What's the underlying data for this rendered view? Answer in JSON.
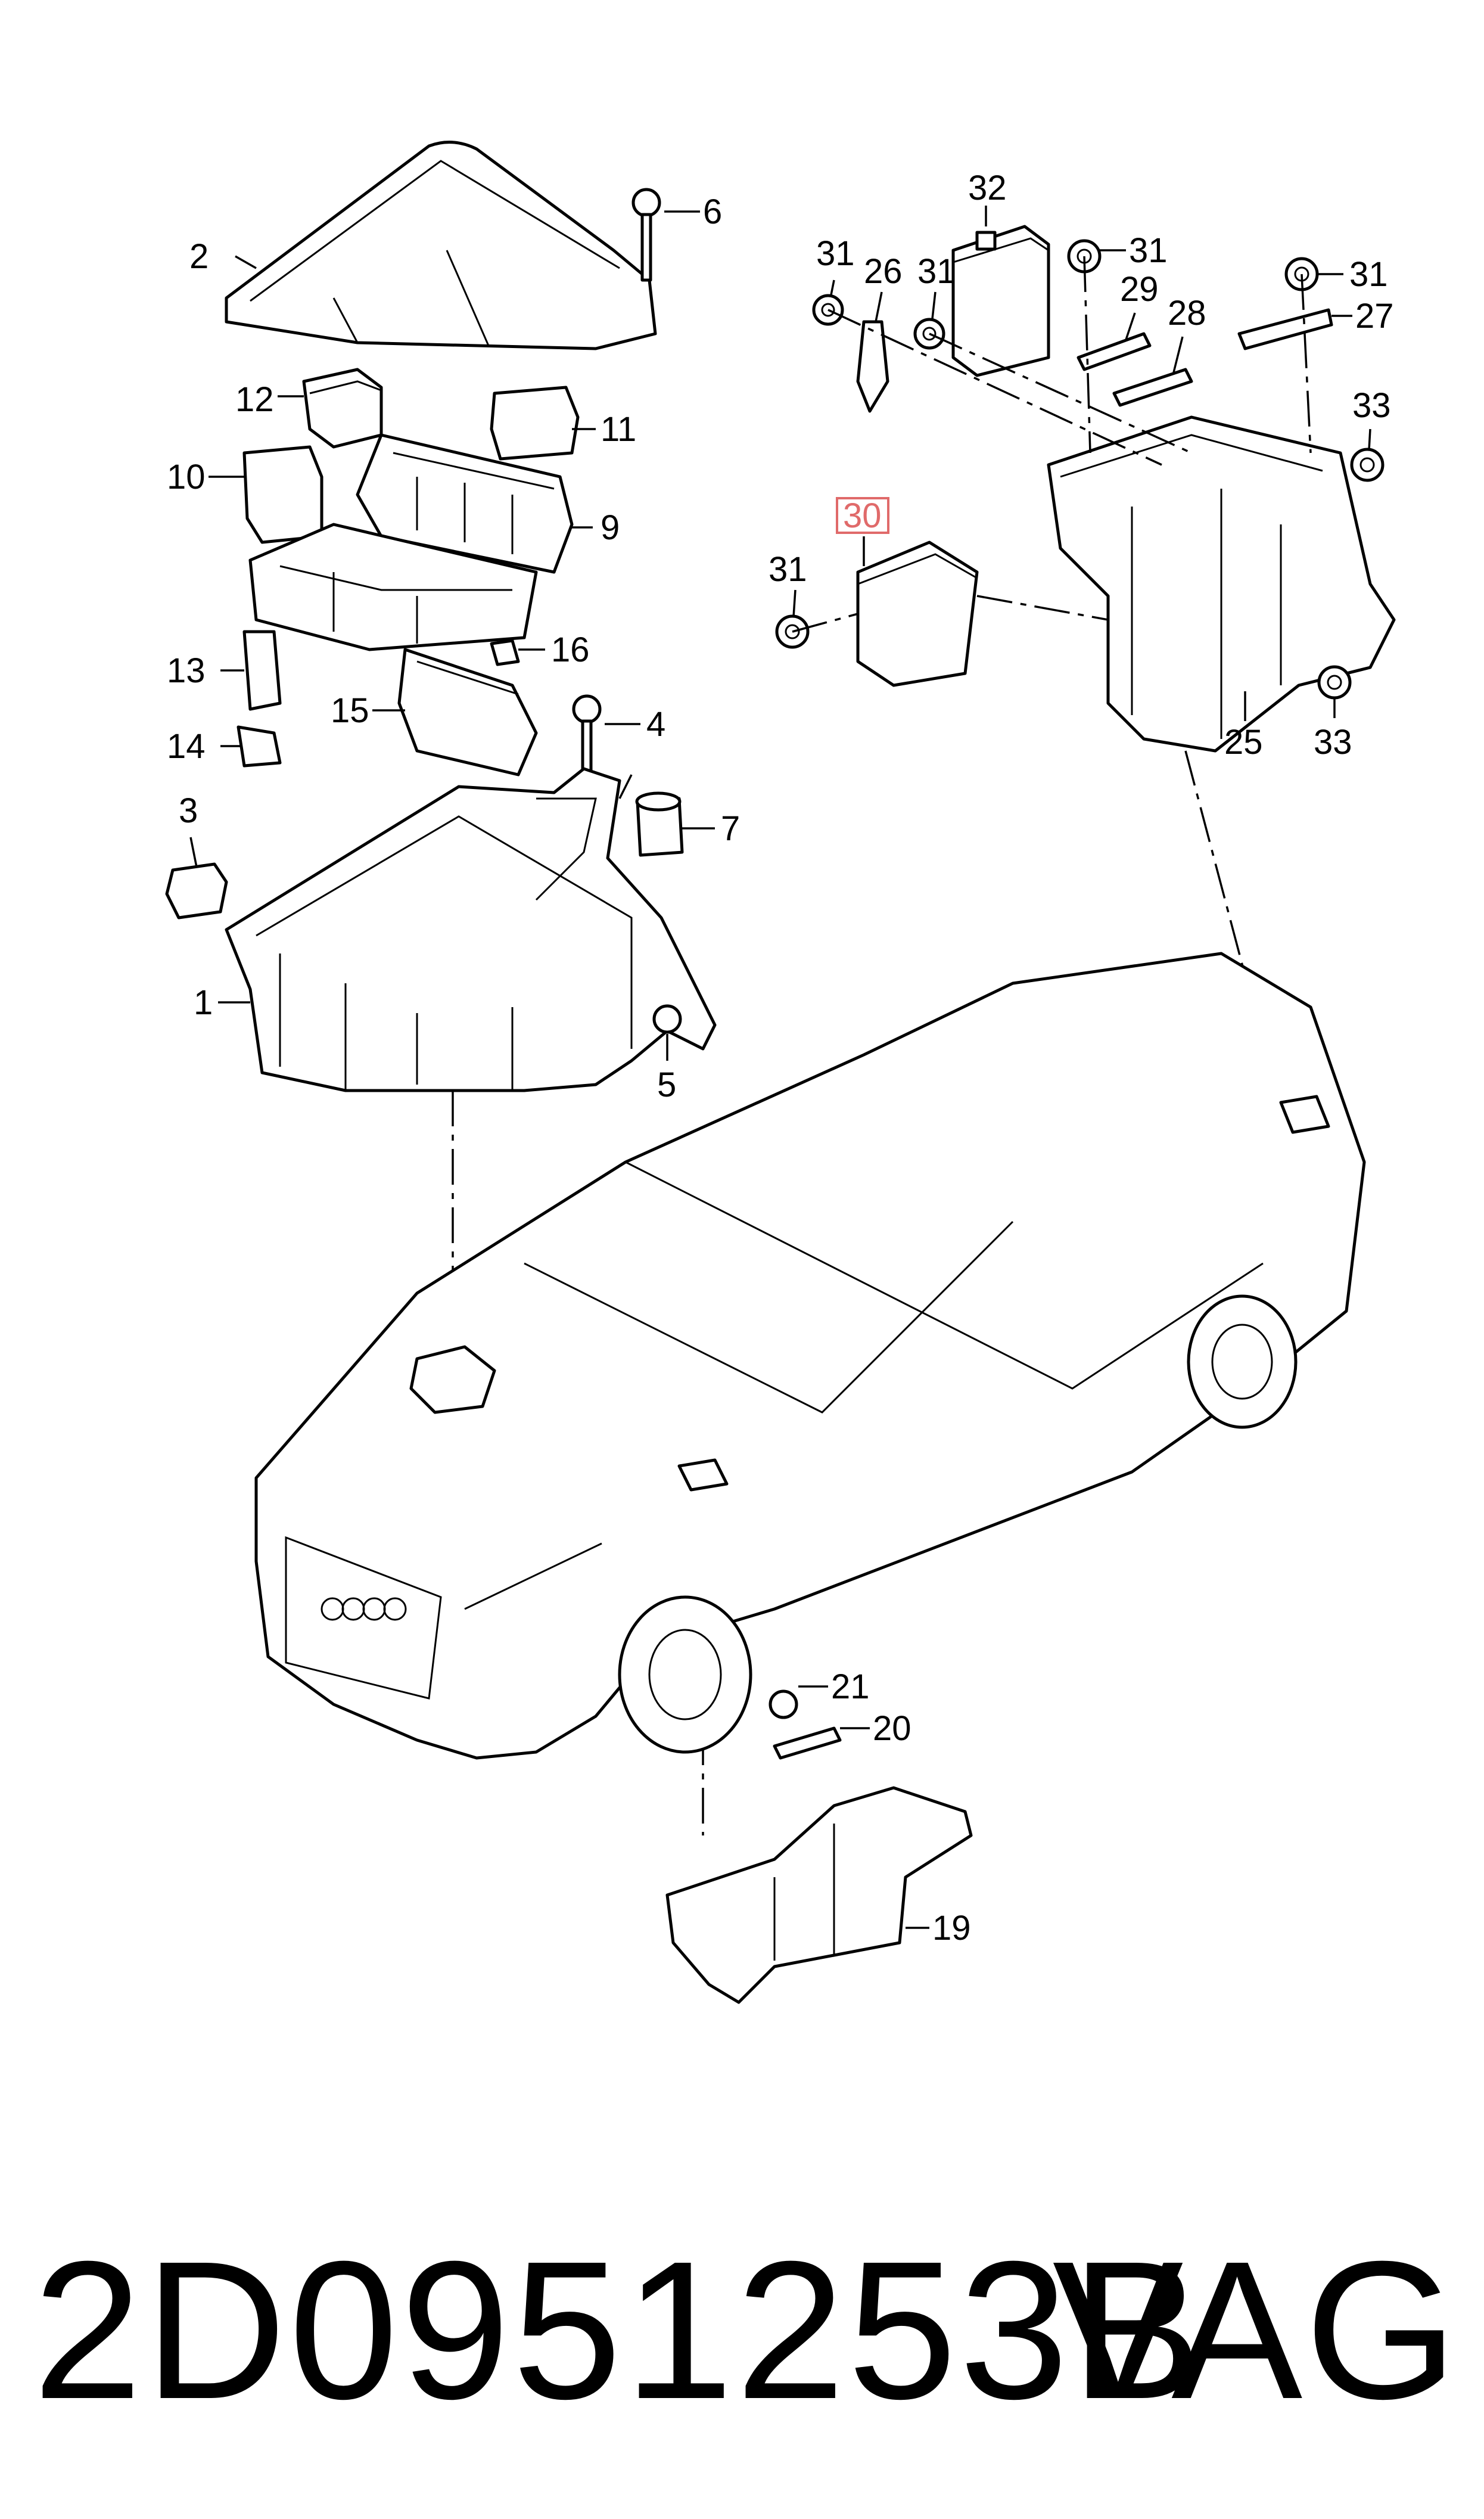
{
  "callouts": [
    {
      "id": "c1",
      "text": "1"
    },
    {
      "id": "c2",
      "text": "2"
    },
    {
      "id": "c3",
      "text": "3"
    },
    {
      "id": "c4",
      "text": "4"
    },
    {
      "id": "c5",
      "text": "5"
    },
    {
      "id": "c6",
      "text": "6"
    },
    {
      "id": "c7",
      "text": "7"
    },
    {
      "id": "c9",
      "text": "9"
    },
    {
      "id": "c10",
      "text": "10"
    },
    {
      "id": "c11",
      "text": "11"
    },
    {
      "id": "c12",
      "text": "12"
    },
    {
      "id": "c13",
      "text": "13"
    },
    {
      "id": "c14",
      "text": "14"
    },
    {
      "id": "c15",
      "text": "15"
    },
    {
      "id": "c16",
      "text": "16"
    },
    {
      "id": "c19",
      "text": "19"
    },
    {
      "id": "c20",
      "text": "20"
    },
    {
      "id": "c21",
      "text": "21"
    },
    {
      "id": "c25",
      "text": "25"
    },
    {
      "id": "c26",
      "text": "26"
    },
    {
      "id": "c27",
      "text": "27"
    },
    {
      "id": "c28",
      "text": "28"
    },
    {
      "id": "c29",
      "text": "29"
    },
    {
      "id": "c30",
      "text": "30"
    },
    {
      "id": "c31a",
      "text": "31"
    },
    {
      "id": "c31b",
      "text": "31"
    },
    {
      "id": "c31c",
      "text": "31"
    },
    {
      "id": "c31d",
      "text": "31"
    },
    {
      "id": "c31e",
      "text": "31"
    },
    {
      "id": "c32",
      "text": "32"
    },
    {
      "id": "c33a",
      "text": "33"
    },
    {
      "id": "c33b",
      "text": "33"
    }
  ],
  "highlighted_callout": "30",
  "highlight_color": "#e06a6a",
  "footer": {
    "part_number": "2D0951253B",
    "brand": "VAG"
  }
}
